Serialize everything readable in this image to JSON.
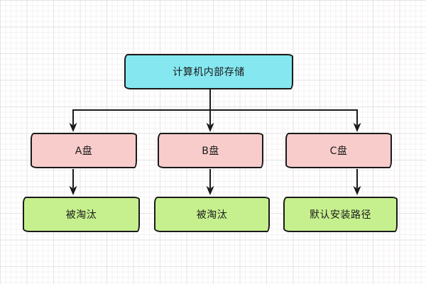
{
  "diagram": {
    "stroke_color": "#1a1a1a",
    "root": {
      "label": "计算机内部存储",
      "fill": "#85e8f1"
    },
    "drives": [
      {
        "label": "A盘",
        "fill": "#f8cccb"
      },
      {
        "label": "B盘",
        "fill": "#f8cccb"
      },
      {
        "label": "C盘",
        "fill": "#f8cccb"
      }
    ],
    "outcomes": [
      {
        "label": "被淘汰",
        "fill": "#c6f08e"
      },
      {
        "label": "被淘汰",
        "fill": "#c6f08e"
      },
      {
        "label": "默认安装路径",
        "fill": "#c6f08e"
      }
    ]
  }
}
